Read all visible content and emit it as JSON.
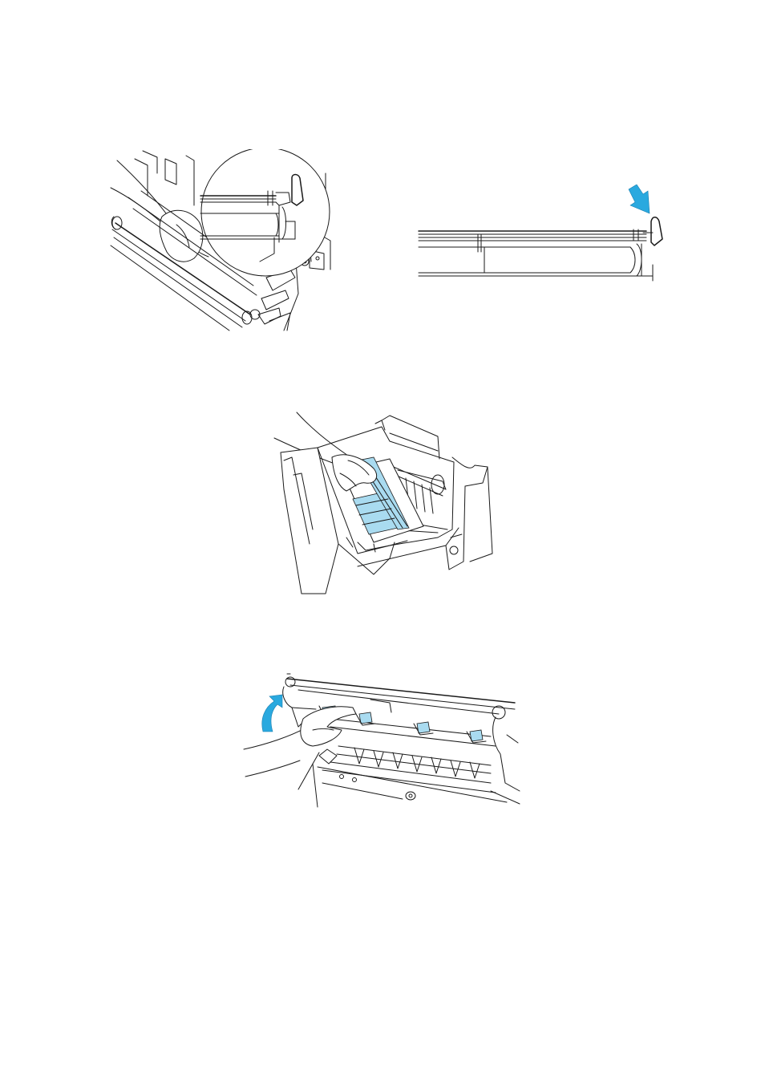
{
  "page": {
    "background": "#ffffff",
    "line_color": "#1a1a1a",
    "accent_color": "#2aa9df",
    "highlight_fill": "#a9dbf0"
  },
  "figures": [
    {
      "id": "fig-1a",
      "icon": "printer-roller-zoom-illustration"
    },
    {
      "id": "fig-1b",
      "icon": "roller-lever-arrow-illustration"
    },
    {
      "id": "fig-2",
      "icon": "hand-removing-fuser-unit-illustration"
    },
    {
      "id": "fig-3",
      "icon": "hand-lifting-green-tabs-illustration"
    }
  ]
}
